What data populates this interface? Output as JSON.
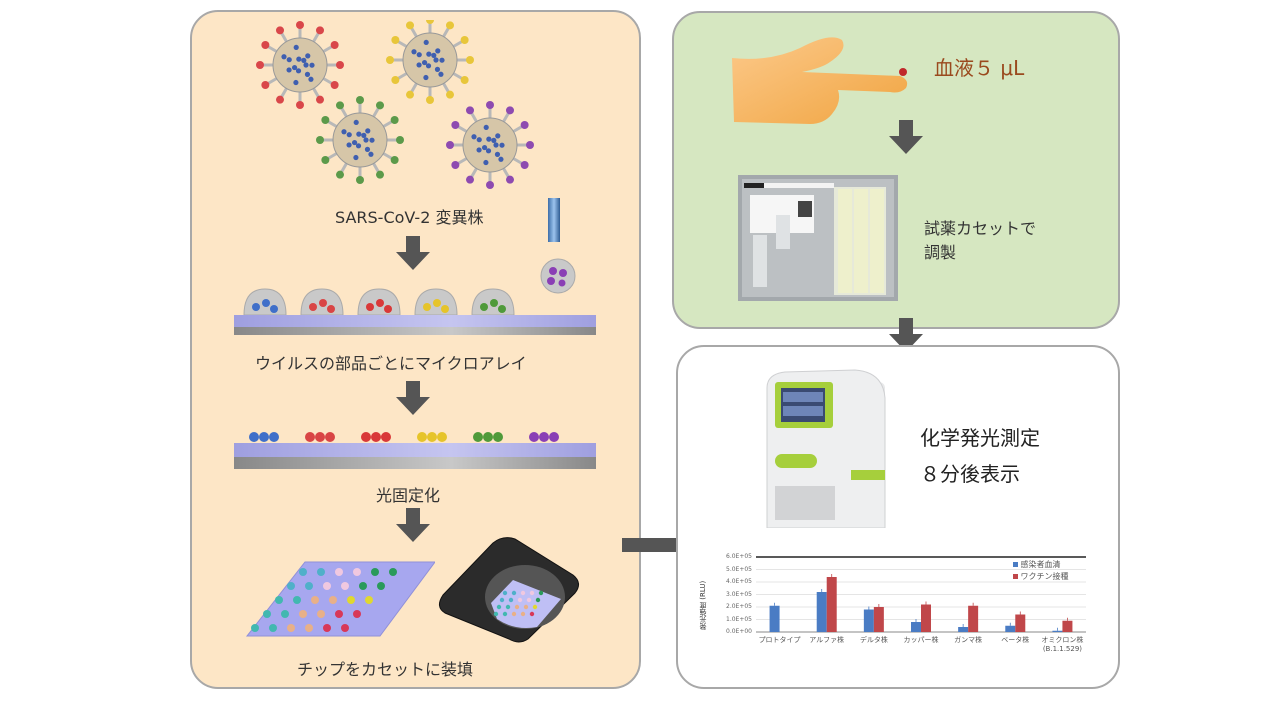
{
  "left_panel": {
    "virus_label": "SARS-CoV-2 変異株",
    "microarray_label": "ウイルスの部品ごとにマイクロアレイ",
    "photo_immobilization_label": "光固定化",
    "chip_label": "チップをカセットに装填",
    "virus_colors": [
      "#d9474a",
      "#e8c63a",
      "#5c9a4a",
      "#8e4bb0"
    ],
    "well_colors": [
      "#3f6fc9",
      "#d94545",
      "#d93838",
      "#e6c42a",
      "#4f9a3a"
    ],
    "fixed_colors": [
      "#3f6fc9",
      "#d94545",
      "#d93838",
      "#e6c42a",
      "#4f9a3a",
      "#8a3fb5"
    ]
  },
  "green_panel": {
    "blood_label": "血液５ μL",
    "reagent_label_line1": "試薬カセットで",
    "reagent_label_line2": "調製"
  },
  "white_panel": {
    "measure_label": "化学発光測定",
    "time_label": "８分後表示"
  },
  "chart_data": {
    "type": "bar",
    "title": "",
    "xlabel": "",
    "ylabel": "発光強度 (RLU)",
    "categories": [
      "プロトタイプ",
      "アルファ株",
      "デルタ株",
      "カッパー株",
      "ガンマ株",
      "ベータ株",
      "オミクロン株 (B.1.1.529)"
    ],
    "series": [
      {
        "name": "感染者血清",
        "color": "#4a7cc4",
        "values": [
          2.1,
          3.2,
          1.8,
          0.8,
          0.4,
          0.5,
          0.1
        ]
      },
      {
        "name": "ワクチン接種",
        "color": "#c0474a",
        "values": [
          0,
          4.4,
          2.0,
          2.2,
          2.1,
          1.4,
          0.9
        ]
      }
    ],
    "yticks": [
      "0.0E+00",
      "1.0E+05",
      "2.0E+05",
      "3.0E+05",
      "4.0E+05",
      "5.0E+05",
      "6.0E+05"
    ],
    "ylim": [
      0,
      6
    ],
    "grid": true,
    "legend": "top-right"
  }
}
